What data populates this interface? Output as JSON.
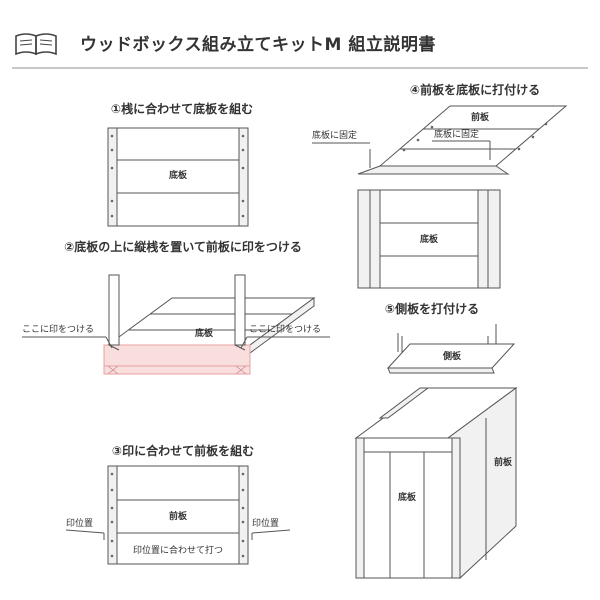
{
  "header": {
    "title": "ウッドボックス組み立てキットM 組立説明書",
    "icon": "open-book-icon"
  },
  "steps": {
    "s1": {
      "title": "①桟に合わせて底板を組む",
      "board": "底板"
    },
    "s2": {
      "title": "②底板の上に縦桟を置いて前板に印をつける",
      "board": "底板",
      "mark_left": "ここに印をつける",
      "mark_right": "ここに印をつける"
    },
    "s3": {
      "title": "③印に合わせて前板を組む",
      "board": "前板",
      "mark_left": "印位置",
      "mark_right": "印位置",
      "align": "印位置に合わせて打つ"
    },
    "s4": {
      "title": "④前板を底板に打付ける",
      "board_top": "前板",
      "fix_left": "底板に固定",
      "fix_right": "底板に固定",
      "board_front": "底板"
    },
    "s5": {
      "title": "⑤側板を打付ける",
      "side": "側板",
      "front": "底板",
      "right": "前板"
    }
  },
  "colors": {
    "line": "#555555",
    "mark_fill": "#f9dede",
    "mark_stroke": "#e8a0a0"
  }
}
